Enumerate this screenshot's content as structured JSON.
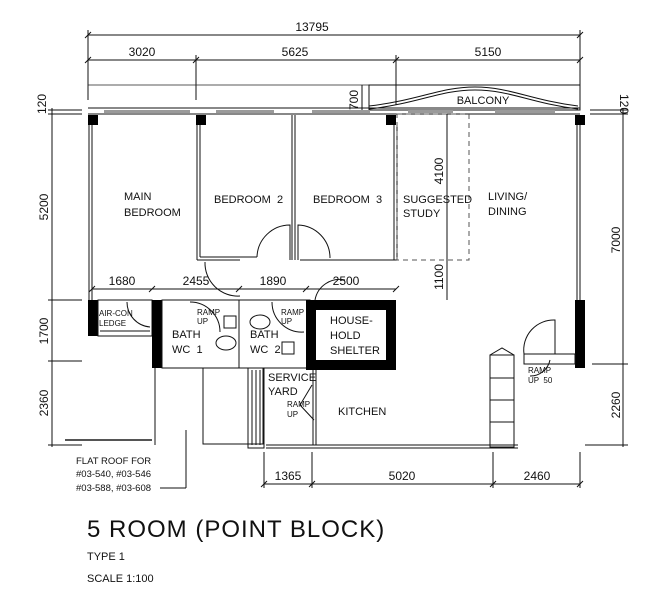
{
  "plan": {
    "title": "5 ROOM (POINT BLOCK)",
    "type": "TYPE 1",
    "scale": "SCALE 1:100",
    "rooms": {
      "main_bedroom_1": "MAIN",
      "main_bedroom_2": "BEDROOM",
      "bedroom2": "BEDROOM  2",
      "bedroom3": "BEDROOM  3",
      "study_1": "SUGGESTED",
      "study_2": "STUDY",
      "living_1": "LIVING/",
      "living_2": "DINING",
      "balcony": "BALCONY",
      "aircon_1": "AIR-CON",
      "aircon_2": "LEDGE",
      "bath1_1": "BATH",
      "bath1_2": "WC  1",
      "bath2_1": "BATH",
      "bath2_2": "WC  2",
      "shelter_1": "HOUSE-",
      "shelter_2": "HOLD",
      "shelter_3": "SHELTER",
      "service_1": "SERVICE",
      "service_2": "YARD",
      "kitchen": "KITCHEN"
    },
    "ramps": {
      "r1a": "RAMP",
      "r1b": "UP",
      "r2a": "RAMP",
      "r2b": "UP",
      "r3a": "RAMP",
      "r3b": "UP",
      "r4a": "RAMP",
      "r4b": "UP  50"
    },
    "note": {
      "l1": "FLAT ROOF FOR",
      "l2": "#03-540, #03-546",
      "l3": "#03-588, #03-608"
    },
    "dimensions": {
      "total_width": "13795",
      "top_1": "3020",
      "top_2": "5625",
      "top_3": "5150",
      "mid_1": "1680",
      "mid_2": "2455",
      "mid_3": "1890",
      "mid_4": "2500",
      "bot_1": "1365",
      "bot_2": "5020",
      "bot_3": "2460",
      "left_top": "120",
      "left_1": "5200",
      "left_2": "1700",
      "left_3": "2360",
      "right_top": "120",
      "right_1": "7000",
      "right_2": "2260",
      "balcony_depth": "700",
      "study_depth": "4100",
      "study_gap": "1100"
    }
  }
}
